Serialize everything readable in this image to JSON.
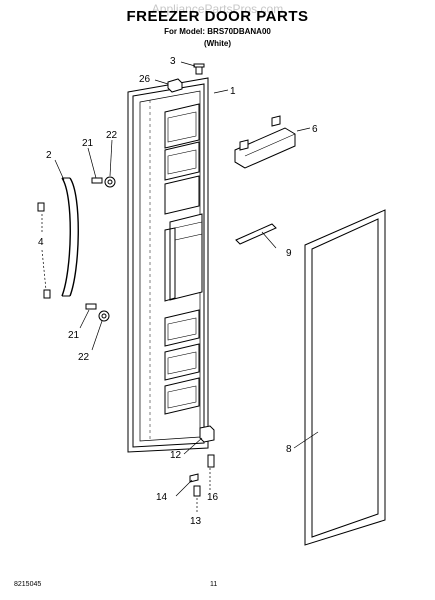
{
  "header": {
    "watermark": "AppliancePartsPros.com",
    "title": "FREEZER DOOR PARTS",
    "model_line": "For Model: BRS70DBANA00",
    "color_line": "(White)"
  },
  "footer": {
    "left_code": "8215045",
    "page_number": "11"
  },
  "callouts": {
    "p1": "1",
    "p2": "2",
    "p3": "3",
    "p4": "4",
    "p6": "6",
    "p8": "8",
    "p9": "9",
    "p12": "12",
    "p13": "13",
    "p14": "14",
    "p16": "16",
    "p21a": "21",
    "p22a": "22",
    "p21b": "21",
    "p22b": "22",
    "p26": "26"
  }
}
